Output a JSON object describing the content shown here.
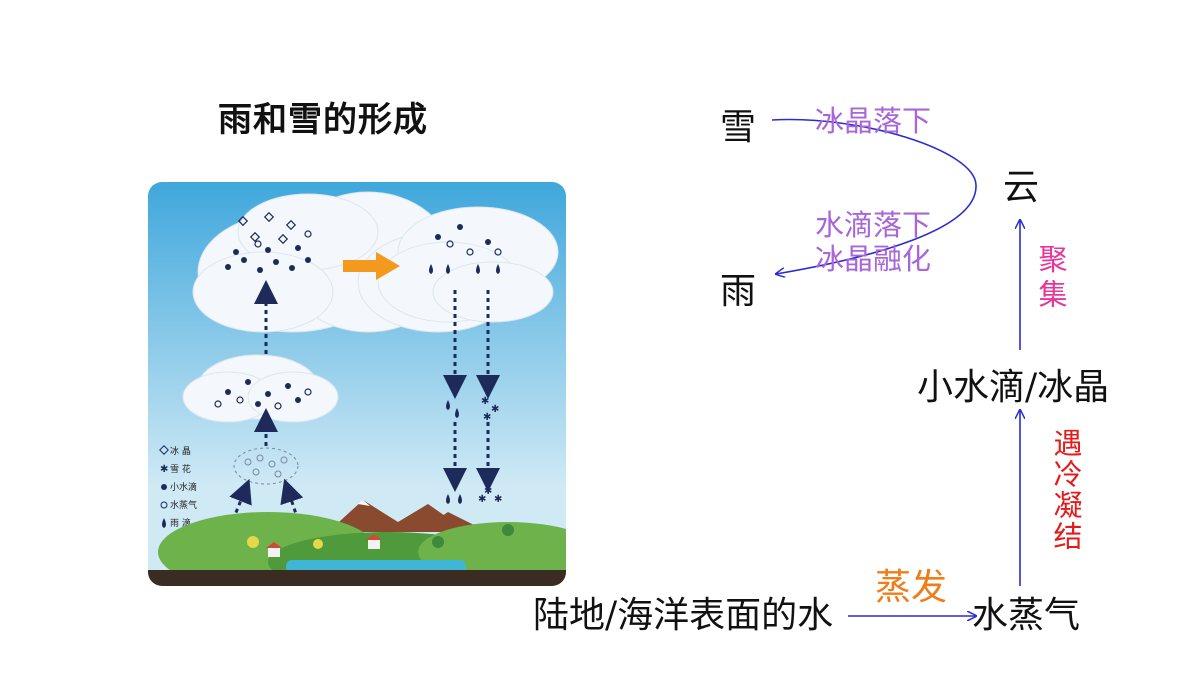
{
  "title": "雨和雪的形成",
  "illustration": {
    "legend": [
      "冰 晶",
      "雪 花",
      "小水滴",
      "水蒸气",
      "雨 滴"
    ],
    "colors": {
      "sky_top": "#3fa7dc",
      "sky_bottom": "#cfe9f5",
      "arrow": "#f39a1e",
      "dots": "#1d2a5a"
    }
  },
  "nodes": {
    "snow": "雪",
    "rain": "雨",
    "cloud": "云",
    "droplets": "小水滴/冰晶",
    "vapor": "水蒸气",
    "surface_water": "陆地/海洋表面的水"
  },
  "labels": {
    "ice_fall": "冰晶落下",
    "drop_fall_1": "水滴落下",
    "drop_fall_2": "冰晶融化",
    "gather": "聚集",
    "cool": "遇冷凝结",
    "evaporate": "蒸发"
  },
  "colors": {
    "arrow": "#2b2bd4",
    "label_purple": "#a866d8",
    "label_pink": "#e8359a",
    "label_red": "#e41b1b",
    "label_orange": "#f07d1a"
  }
}
